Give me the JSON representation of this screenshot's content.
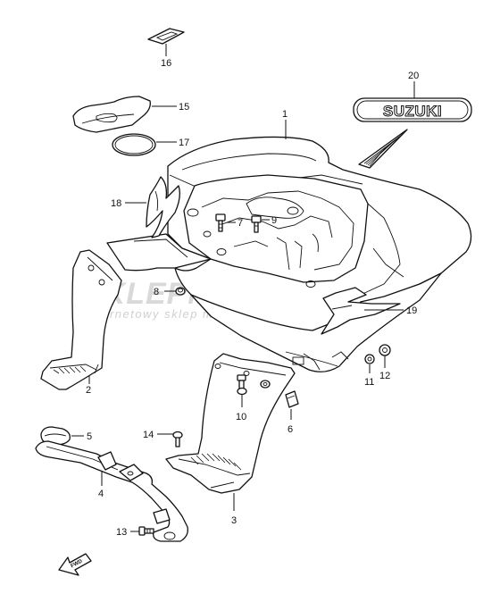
{
  "watermark": {
    "brand": "SKLEPMOTO24.PL",
    "tagline": "internetowy sklep motocyklowy"
  },
  "emblem": {
    "text": "SUZUKI"
  },
  "direction_marker": {
    "text": "FWD"
  },
  "callouts": [
    "1",
    "2",
    "3",
    "4",
    "5",
    "6",
    "7",
    "8",
    "9",
    "10",
    "11",
    "12",
    "13",
    "14",
    "15",
    "16",
    "17",
    "18",
    "19",
    "20"
  ]
}
